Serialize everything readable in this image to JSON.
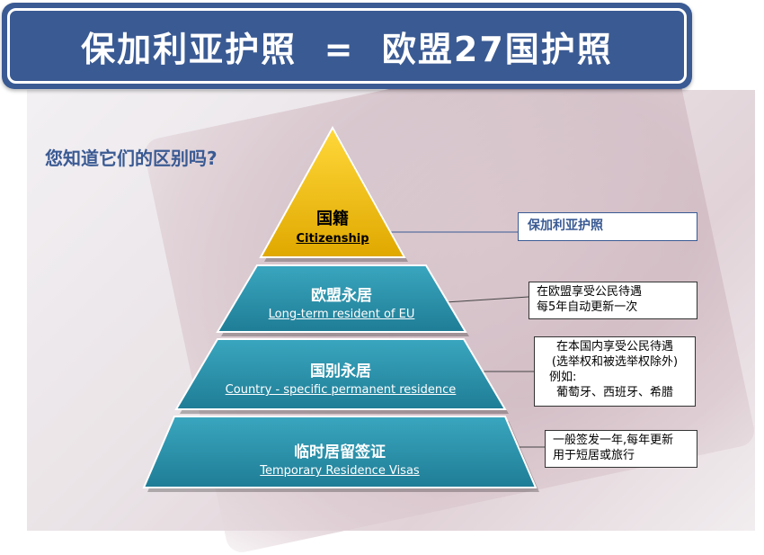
{
  "header": {
    "title": "保加利亚护照  =  欧盟27国护照"
  },
  "question": "您知道它们的区别吗?",
  "pyramid": {
    "levels": [
      {
        "zh": "国籍",
        "en": "Citizenship"
      },
      {
        "zh": "欧盟永居",
        "en": "Long-term resident of EU"
      },
      {
        "zh": "国别永居",
        "en": "Country - specific permanent residence"
      },
      {
        "zh": "临时居留签证",
        "en": "Temporary Residence Visas"
      }
    ]
  },
  "notes": {
    "citizenship": {
      "line1": "保加利亚护照"
    },
    "eu_resident": {
      "line1": "在欧盟享受公民待遇",
      "line2": "每5年自动更新一次"
    },
    "country_resident": {
      "line1": "在本国内享受公民待遇",
      "line2": "(选举权和被选举权除外)",
      "line3": "例如:",
      "line4": "葡萄牙、西班牙、希腊"
    },
    "temporary_visa": {
      "line1": "一般签发一年,每年更新",
      "line2": "用于短居或旅行"
    }
  },
  "colors": {
    "banner": "#3a5a93",
    "gold": "#f2c200",
    "teal": "#2e8fa8"
  }
}
